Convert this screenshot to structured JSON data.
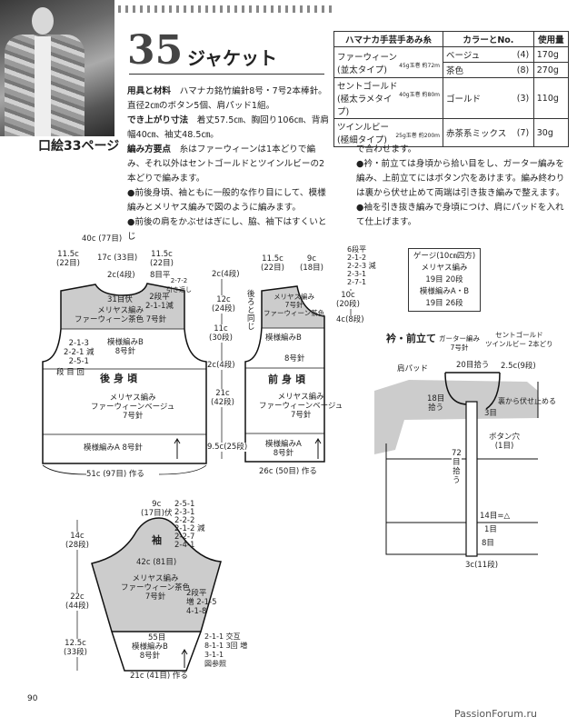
{
  "header": {
    "photo_caption": "口絵33ページ",
    "number": "35",
    "title": "ジャケット"
  },
  "instructions": {
    "materials_label": "用具と材料",
    "materials": "ハマナカ銘竹編針8号・7号2本棒針。直径2㎝のボタン5個、肩パッド1組。",
    "size_label": "でき上がり寸法",
    "size": "着丈57.5㎝、胸回り106㎝、背肩幅40㎝、袖丈48.5㎝。",
    "method_label": "編み方要点",
    "method": "糸はファーウィーンは1本どりで編み、それ以外はセントゴールドとツインルビーの2本どりで編みます。",
    "bullet1": "●前後身頃、袖ともに一般的な作り目にして、模様編みとメリヤス編みで図のように編みます。",
    "bullet2_start": "●前後の肩をかぶせはぎにし、脇、袖下はすくいとじ",
    "bullet2_end": "で合わせます。",
    "bullet3": "●衿・前立ては身頃から拾い目をし、ガーター編みを編み、上前立てにはボタン穴をあけます。編み終わりは裏から伏せ止めて両端は引き抜き編みで整えます。",
    "bullet4": "●袖を引き抜き編みで身頃につけ、肩にパッドを入れて仕上げます。"
  },
  "yarn_table": {
    "headers": [
      "ハマナカ手芸手あみ糸",
      "カラーとNo.",
      "使用量"
    ],
    "rows": [
      {
        "yarn": "ファーウィーン",
        "type": "(並太タイプ)",
        "ball": "45g玉巻 約72m",
        "color": "ベージュ",
        "no": "(4)",
        "amount": "170g"
      },
      {
        "color": "茶色",
        "no": "(8)",
        "amount": "270g"
      },
      {
        "yarn": "セントゴールド",
        "type": "(極太ラメタイプ)",
        "ball": "40g玉巻 約80m",
        "color": "ゴールド",
        "no": "(3)",
        "amount": "110g"
      },
      {
        "yarn": "ツインルビー",
        "type": "(極細タイプ)",
        "ball": "25g玉巻 約200m",
        "color": "赤茶系ミックス",
        "no": "(7)",
        "amount": "30g"
      }
    ]
  },
  "back": [
    "40c (77目)",
    "11.5c\n(22目)",
    "17c (33目)",
    "11.5c\n(22目)",
    "2c(4段)",
    "8目平",
    "2-7-2\n引き返し",
    "31目伏",
    "2段平\n2-1-1減",
    "メリヤス編み\nファーウィーン茶色 7号針",
    "模様編みB\n8号針",
    "2-1-3\n2-2-1 減\n2-5-1",
    "段 目 回",
    "後身頃",
    "メリヤス編み\nファーウィーンベージュ\n7号針",
    "模様編みA 8号針",
    "51c (97目) 作る"
  ],
  "mid": [
    "2c(4段)",
    "12c\n(24段)",
    "11c\n(30段)",
    "2c(4段)",
    "21c\n(42段)",
    "9.5c(25段)"
  ],
  "front": [
    "11.5c\n(22目)",
    "9c\n(18目)",
    "6段平\n2-1-2\n2-2-3 減\n2-3-1\n2-7-1",
    "10c\n(20段)",
    "4c(8段)",
    "後\nろ\nと\n同\nじ",
    "メリヤス編み\n7号針\nファーウィーン茶色",
    "模様編みB",
    "8号針",
    "前身頃",
    "メリヤス編み\nファーウィーンベージュ\n7号針",
    "模様編みA\n8号針",
    "26c (50目) 作る"
  ],
  "gauge": [
    "ゲージ(10㎝四方)",
    "メリヤス編み",
    "19目 20段",
    "模様編みA・B",
    "19目 26段"
  ],
  "collar": [
    "衿・前立て",
    "ガーター編み\n7号針",
    "セントゴールド\nツインルビー 2本どり",
    "20目拾う",
    "2.5c(9段)",
    "肩パッド",
    "18目\n拾う",
    "裏から伏せ止める",
    "3目",
    "ボタン穴\n(1目)",
    "72\n目\n拾\nう",
    "14目=△",
    "1目",
    "8目",
    "3c(11段)"
  ],
  "sleeve": [
    "9c\n(17目)伏",
    "2-5-1\n2-3-1\n 2-2-2\n  2-1-2 減\n   2-2-7\n    2-4-1",
    "袖",
    "14c\n(28段)",
    "42c (81目)",
    "メリヤス編み\nファーウィーン茶色\n7号針",
    "2段平\n増 2-1-5\n4-1-8",
    "22c\n(44段)",
    "55目",
    "模様編みB\n8号針",
    "12.5c\n(33段)",
    "2-1-1 交互\n8-1-1 3回 増\n3-1-1\n図参照",
    "21c (41目) 作る"
  ],
  "footer": {
    "page": "90",
    "watermark": "PassionForum.ru"
  }
}
